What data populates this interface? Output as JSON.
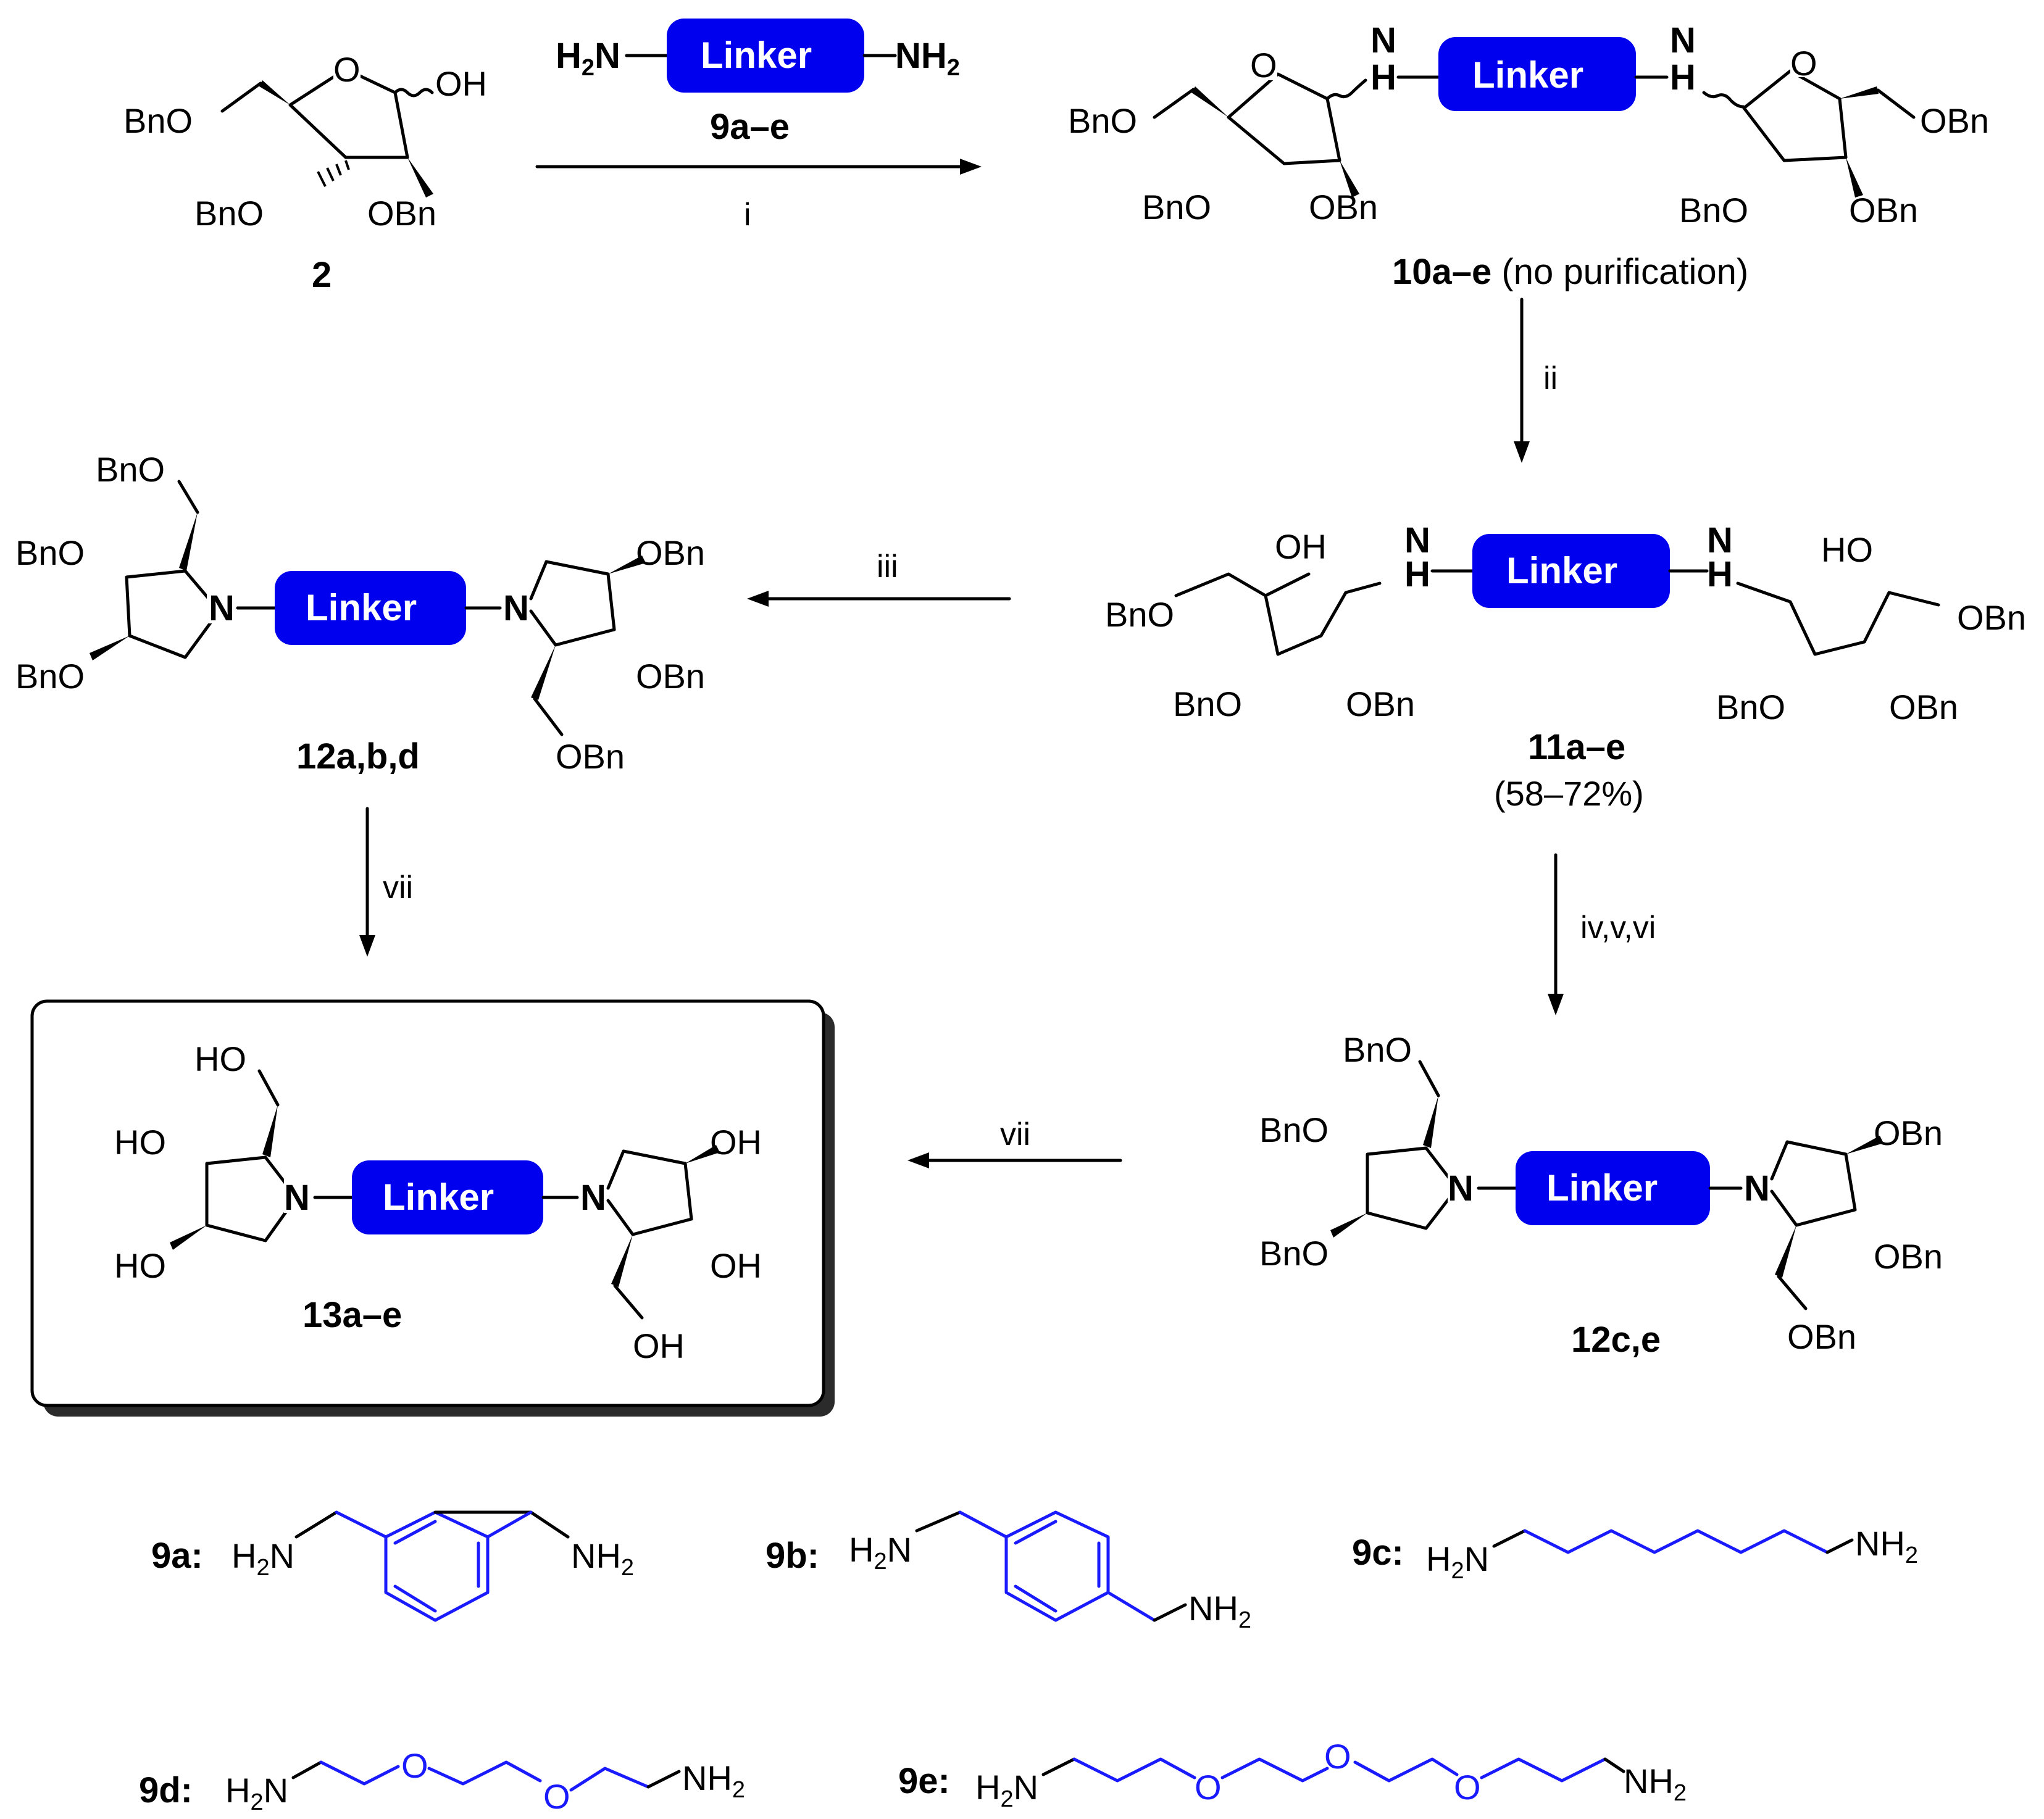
{
  "linker_label": "Linker",
  "reagent": {
    "left": "H2N",
    "right": "NH2",
    "label": "9a–e"
  },
  "compounds": {
    "c2": "2",
    "c10": "10a–e",
    "c10_note": " (no purification)",
    "c11": "11a–e",
    "c11_yield": "(58–72%)",
    "c12abd": "12a,b,d",
    "c12ce": "12c,e",
    "c13": "13a–e"
  },
  "conditions": {
    "i": "i",
    "ii": "ii",
    "iii": "iii",
    "ivvvi": "iv,v,vi",
    "vii_a": "vii",
    "vii_b": "vii"
  },
  "groups": {
    "bno": "BnO",
    "obn": "OBn",
    "oh": "OH",
    "ho": "HO",
    "n": "N",
    "h": "H",
    "o": "O"
  },
  "linkers": {
    "9a": "9a:",
    "9b": "9b:",
    "9c": "9c:",
    "9d": "9d:",
    "9e": "9e:"
  },
  "colors": {
    "linker_blue": "#1a1aff",
    "linker_box": "#0000ee"
  }
}
